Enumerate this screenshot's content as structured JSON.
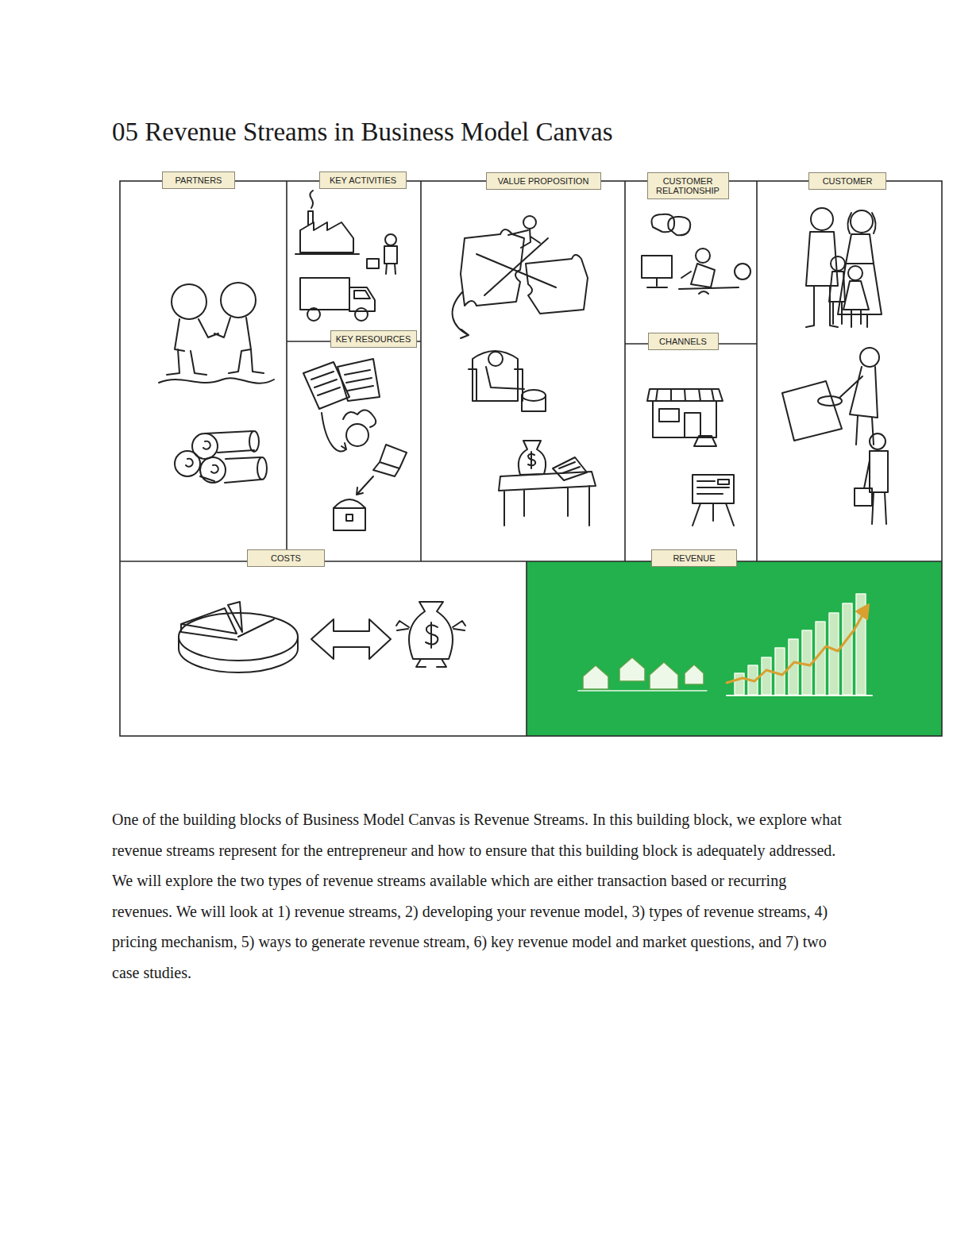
{
  "diagram": {
    "title": "05 Revenue Streams in Business Model Canvas",
    "nodes": [
      {
        "text": [
          "PARTNERS"
        ]
      },
      {
        "text": [
          "KEY ACTIVITIES"
        ]
      },
      {
        "text": [
          "KEY RESOURCES"
        ]
      },
      {
        "text": [
          "VALUE PROPOSITION"
        ]
      },
      {
        "text": [
          "CUSTOMER RELATIONSHIP"
        ]
      },
      {
        "text": [
          "CHANNELS"
        ]
      },
      {
        "text": [
          "CUSTOMER"
        ]
      },
      {
        "text": [
          "COSTS"
        ]
      },
      {
        "text": [
          "REVENUE"
        ]
      }
    ],
    "labels": [
      "One of the building blocks of Business Model Canvas is Revenue Streams. In this building block, we explore what revenue streams represent for the entrepreneur and how to ensure that this building block is adequately addressed. We will explore the two types of revenue streams available which are either transaction based or recurring revenues. We will look at 1) revenue streams, 2) developing your revenue model, 3) types of revenue streams, 4) pricing mechanism, 5) ways to generate revenue stream, 6) key revenue model and market questions, and 7) two case studies."
    ]
  }
}
